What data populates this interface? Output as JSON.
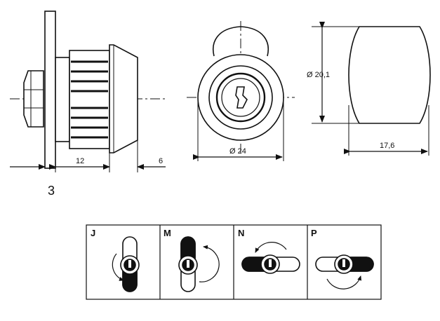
{
  "dimensions": {
    "flange_thickness": "3",
    "body_length": "12",
    "cam_offset": "6",
    "front_diameter": "Ø 24",
    "cam_diameter": "Ø 20,1",
    "cam_width": "17,6"
  },
  "positions": [
    {
      "letter": "J"
    },
    {
      "letter": "M"
    },
    {
      "letter": "N"
    },
    {
      "letter": "P"
    }
  ]
}
